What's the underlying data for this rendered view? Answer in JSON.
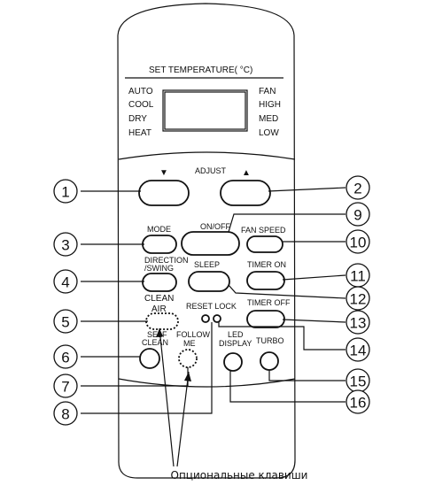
{
  "display": {
    "title": "SET TEMPERATURE( °C)",
    "modes": [
      "AUTO",
      "COOL",
      "DRY",
      "HEAT"
    ],
    "fan_levels": [
      "FAN",
      "HIGH",
      "MED",
      "LOW"
    ]
  },
  "buttons": {
    "adjust": "ADJUST",
    "down_arrow": "▼",
    "up_arrow": "▲",
    "mode": "MODE",
    "onoff": "ON/OFF",
    "fan_speed": "FAN SPEED",
    "direction_line1": "DIRECTION",
    "direction_line2": "/SWING",
    "sleep": "SLEEP",
    "timer_on": "TIMER ON",
    "clean_air_line1": "CLEAN",
    "clean_air_line2": "AIR",
    "reset_lock": "RESET LOCK",
    "timer_off": "TIMER OFF",
    "self_clean_line1": "SELF",
    "self_clean_line2": "CLEAN",
    "follow_me_line1": "FOLLOW",
    "follow_me_line2": "ME",
    "led_display_line1": "LED",
    "led_display_line2": "DISPLAY",
    "turbo": "TURBO"
  },
  "callouts": [
    "1",
    "2",
    "3",
    "4",
    "5",
    "6",
    "7",
    "8",
    "9",
    "10",
    "11",
    "12",
    "13",
    "14",
    "15",
    "16"
  ],
  "caption": "Опциональные клавиши"
}
